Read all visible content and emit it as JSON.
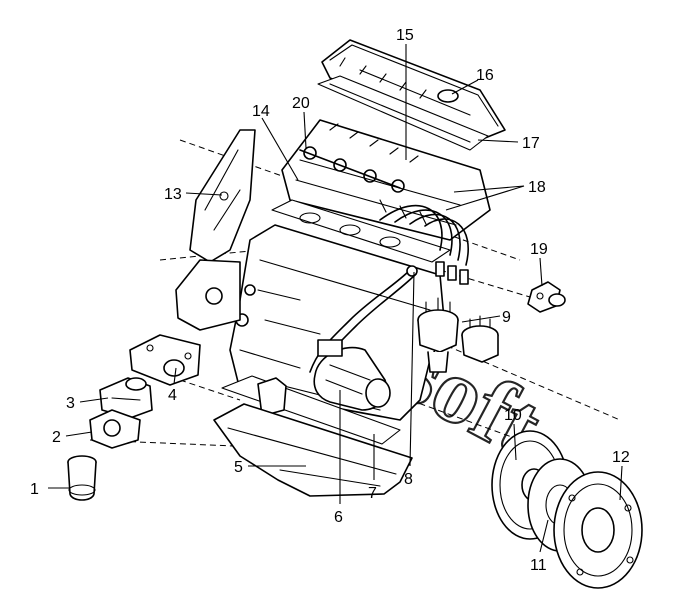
{
  "diagram": {
    "type": "exploded engine assembly parts diagram",
    "watermark": "autosoft",
    "callouts": [
      "1",
      "2",
      "3",
      "4",
      "5",
      "6",
      "7",
      "8",
      "9",
      "10",
      "11",
      "12",
      "13",
      "14",
      "15",
      "16",
      "17",
      "18",
      "19",
      "20"
    ]
  },
  "colors": {
    "line": "#000000",
    "background": "#ffffff"
  }
}
